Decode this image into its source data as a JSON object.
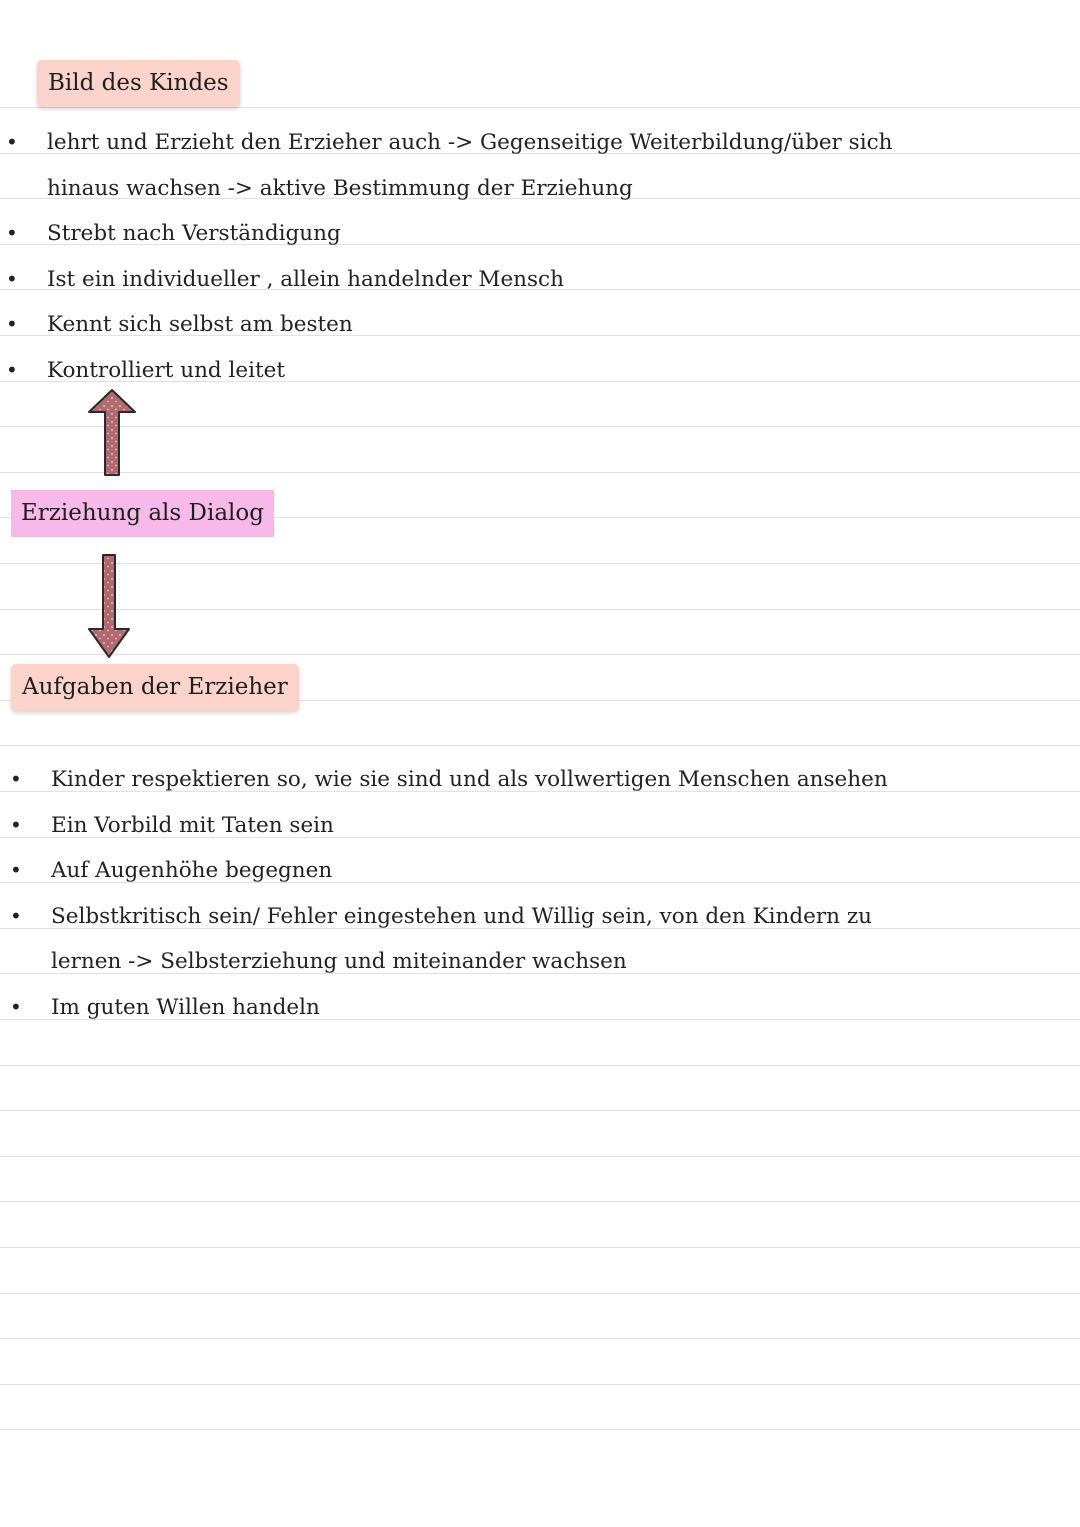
{
  "section_child": {
    "heading": "Bild des Kindes",
    "items": [
      {
        "text": "lehrt und Erzieht den Erzieher auch -> Gegenseitige Weiterbildung/über sich",
        "bullet": true
      },
      {
        "text": "hinaus wachsen -> aktive Bestimmung der Erziehung",
        "bullet": false
      },
      {
        "text": "Strebt nach Verständigung",
        "bullet": true
      },
      {
        "text": "Ist ein individueller , allein handelnder Mensch",
        "bullet": true
      },
      {
        "text": "Kennt sich selbst am besten",
        "bullet": true
      },
      {
        "text": "Kontrolliert und leitet",
        "bullet": true
      }
    ]
  },
  "center": {
    "heading": "Erziehung als Dialog"
  },
  "section_educator": {
    "heading": "Aufgaben der Erzieher",
    "items": [
      {
        "text": "Kinder respektieren so, wie sie sind und als vollwertigen Menschen ansehen",
        "bullet": true
      },
      {
        "text": "Ein Vorbild mit Taten sein",
        "bullet": true
      },
      {
        "text": "Auf Augenhöhe begegnen",
        "bullet": true
      },
      {
        "text": "Selbstkritisch sein/ Fehler eingestehen und Willig sein, von den Kindern zu",
        "bullet": true
      },
      {
        "text": "lernen -> Selbsterziehung und miteinander wachsen",
        "bullet": false
      },
      {
        "text": "Im guten Willen handeln",
        "bullet": true
      }
    ]
  },
  "bullet_glyph": "•",
  "colors": {
    "peach_tag": "#fbd3ca",
    "pink_tag": "#f7b9ea",
    "arrow_fill": "#b06a70",
    "ruled_line": "#e2e2e2"
  },
  "icons": [
    "arrow-up-icon",
    "arrow-down-icon"
  ]
}
